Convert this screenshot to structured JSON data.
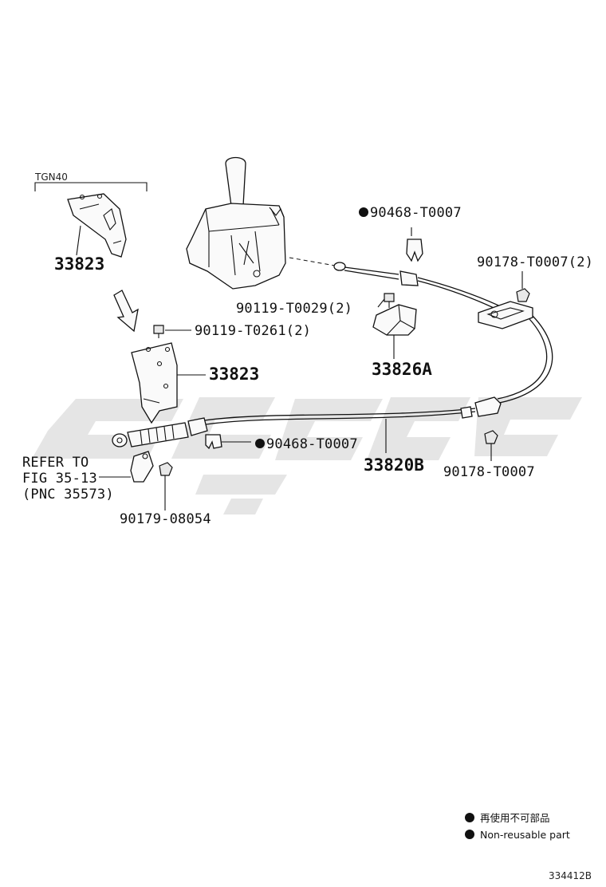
{
  "variant_label": "TGN40",
  "labels": {
    "p33823_top": "33823",
    "p33823_mid": "33823",
    "p90119_t0261": "90119-T0261(2)",
    "p90468_top": "90468-T0007",
    "p90178_t0007_2": "90178-T0007(2)",
    "p90119_t0029": "90119-T0029(2)",
    "p33826a": "33826A",
    "p90468_bottom": "90468-T0007",
    "p33820b": "33820B",
    "p90178_t0007": "90178-T0007",
    "p90179": "90179-08054"
  },
  "refer_note": {
    "line1": "REFER TO",
    "line2": "FIG 35-13",
    "line3": "(PNC 35573)"
  },
  "legend": {
    "jp": "再使用不可部品",
    "en": "Non-reusable part"
  },
  "figure_id": "334412B",
  "colors": {
    "ink": "#111111",
    "watermark": "#cfcfcf"
  }
}
